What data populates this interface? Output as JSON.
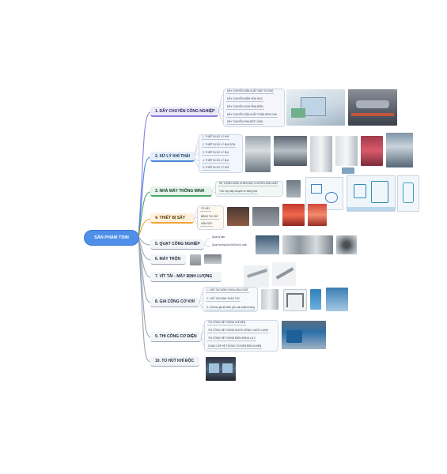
{
  "root": {
    "label": "SẢN PHẨM TDIN"
  },
  "branches": [
    {
      "label": "1. DÂY CHUYỀN CÔNG NGHIỆP",
      "items": [
        "DÂY CHUYỀN SẢN XUẤT NÃO TƯƠNG",
        "DÂY CHUYỀN ĐIỆN HÓA HỌC",
        "DÂY CHUYỀN SƠN TĨNH ĐIỆN",
        "DÂY CHUYỀN SẢN XUẤT PHÂN BÓN CAN",
        "DÂY CHUYỀN PHA BỘT LỎNG"
      ]
    },
    {
      "label": "2. XỬ LÝ KHÍ THẢI",
      "items": [
        "1. THIẾT BỊ XỬ LÝ KHÍ",
        "2. THIẾT BỊ XỬ LÝ BỤI SƠN",
        "3. THIẾT BỊ XỬ LÝ BỤI",
        "4. THIẾT BỊ XỬ LÝ BỤI",
        "5. THIẾT BỊ XỬ LÝ KHÍ"
      ]
    },
    {
      "label": "3. NHÀ MÁY THÔNG MINH",
      "items": [
        "HỆ THỐNG ĐIỀU KHIỂN DÂY CHUYỀN SẢN XUẤT",
        "Tích hợp dây chuyền tự động hóa"
      ]
    },
    {
      "label": "4. THIẾT BỊ SẤY",
      "items": [
        "TỦ SẤY",
        "BĂNG TẢI SẤY",
        "HẦM SẤY"
      ]
    },
    {
      "label": "5. QUẠT CÔNG NGHIỆP",
      "items": [
        "Quạt ly tâm",
        "Quạt hướng trục thổi bích, mặt"
      ]
    },
    {
      "label": "6. MÁY TRỘN",
      "items": []
    },
    {
      "label": "7. VÍT TẢI - MÁY ĐỊNH LƯỢNG",
      "items": []
    },
    {
      "label": "8. GIA CÔNG CƠ KHÍ",
      "items": [
        "1. CHẾ TẠO BỒN CHỨA HÓA CHẤT",
        "2. CHẾ TẠO ĐÀN THAO TÁC",
        "3. Chế tạo giá kệ theo yêu cầu khách hàng"
      ]
    },
    {
      "label": "9. THI CÔNG CƠ ĐIỆN",
      "items": [
        "THI CÔNG HỆ THỐNG KHÍ NÉN",
        "THI CÔNG HỆ THỐNG NƯỚC NÓNG, NƯỚC LẠNH",
        "THI CÔNG HỆ THỐNG ĐIỆN ĐỘNG LỰC",
        "CUNG CẤP HỆ THỐNG TỦ ĐIỆN ĐIỀU KHIỂN"
      ]
    },
    {
      "label": "10. TỦ HÚT KHÍ ĐỘC",
      "items": []
    }
  ],
  "colors": {
    "root": "#4f8fe8",
    "purple": "#8e7fe0",
    "blue": "#4b86d8",
    "green": "#48a66a",
    "orange": "#f0a43a",
    "line": "#9aa6b4"
  }
}
